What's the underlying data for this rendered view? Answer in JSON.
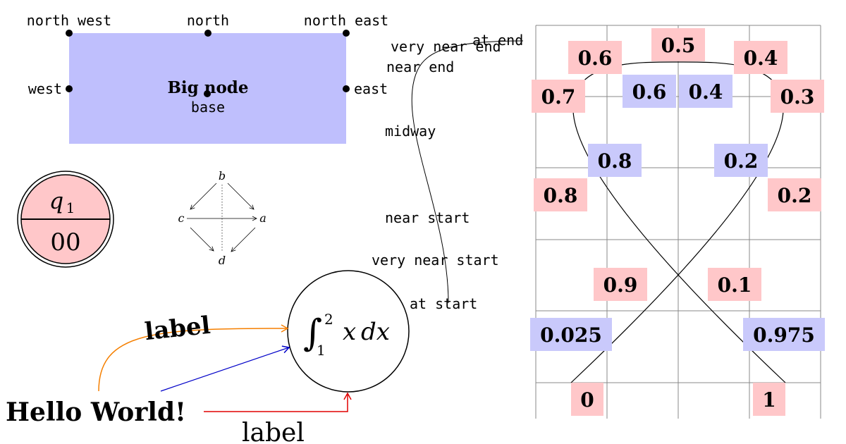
{
  "big_node": {
    "anchors": {
      "north_west": "north west",
      "north": "north",
      "north_east": "north east",
      "west": "west",
      "east": "east"
    },
    "title": "Big node",
    "base_label": "base",
    "fill_color": "#bfbffd"
  },
  "state_node": {
    "top": "q",
    "top_subscript": "1",
    "bottom": "00",
    "fill_color": "#ffc7c9"
  },
  "diamond": {
    "top": "b",
    "left": "c",
    "right": "a",
    "bottom": "d"
  },
  "path_labels": {
    "at_end": "at end",
    "very_near_end": "very near end",
    "near_end": "near end",
    "midway": "midway",
    "near_start": "near start",
    "very_near_start": "very near start",
    "at_start": "at start"
  },
  "hello": {
    "text": "Hello World!",
    "label_orange": "label",
    "label_red": "label",
    "orange_color": "#f57f00",
    "red_color": "#e00000",
    "blue_color": "#0000c8"
  },
  "integral": {
    "symbol": "∫",
    "lower": "1",
    "upper": "2",
    "body": "x",
    "differential": "dx"
  },
  "loop_labels": {
    "pink": [
      "0.5",
      "0.6",
      "0.4",
      "0.7",
      "0.3",
      "0.8",
      "0.2",
      "0.9",
      "0.1",
      "0",
      "1"
    ],
    "blue": [
      "0.6",
      "0.4",
      "0.8",
      "0.2",
      "0.025",
      "0.975"
    ],
    "pink_color": "#ffc7c9",
    "blue_color": "#c9c9fb"
  }
}
